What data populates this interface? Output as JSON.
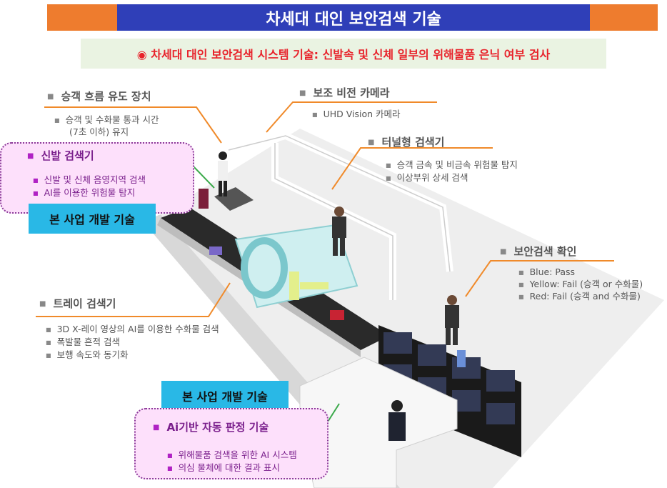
{
  "title": "차세대 대인 보안검색 기술",
  "subtitle": "◉ 차세대 대인 보안검색 시스템 기술: 신발속 및 신체 일부의 위해물품 은닉 여부 검사",
  "flow_device": {
    "heading": "승객 흐름 유도 장치",
    "items": [
      "승객 및 수화물 통과 시간",
      "(7초 이하) 유지"
    ]
  },
  "vision_camera": {
    "heading": "보조 비전 카메라",
    "items": [
      "UHD Vision 카메라"
    ]
  },
  "tunnel_scanner": {
    "heading": "터널형 검색기",
    "items": [
      "승객 금속 및 비금속 위험물 탐지",
      "이상부위 상세 검색"
    ]
  },
  "shoe_scanner": {
    "heading": "신발 검색기",
    "items": [
      "신발 및 신체 음영지역 검색",
      "AI를 이용한 위험물 탐지"
    ]
  },
  "project_badge_1": "본 사업 개발 기술",
  "security_check": {
    "heading": "보안검색 확인",
    "items": [
      "Blue: Pass",
      "Yellow: Fail (승객 or 수화물)",
      "Red: Fail (승객 and 수화물)"
    ]
  },
  "tray_scanner": {
    "heading": "트레이 검색기",
    "items": [
      "3D X-레이 영상의 AI를 이용한 수화물 검색",
      "폭발물 흔적 검색",
      "보행 속도와 동기화"
    ]
  },
  "project_badge_2": "본 사업 개발 기술",
  "ai_judgement": {
    "heading": "Ai기반 자동 판정 기술",
    "items": [
      "위해물품 검색을 위한 AI 시스템",
      "의심 물체에 대한 결과 표시"
    ]
  },
  "colors": {
    "title_bg": "#2f3fb8",
    "title_side": "#ee7c2e",
    "subtitle_text": "#e8222a",
    "subtitle_bg": "#eaf3e2",
    "highlight_box": "#fde0fb",
    "badge_bg": "#29b8e6",
    "leader_line": "#f08a2a",
    "leader_green": "#3aa94a"
  }
}
